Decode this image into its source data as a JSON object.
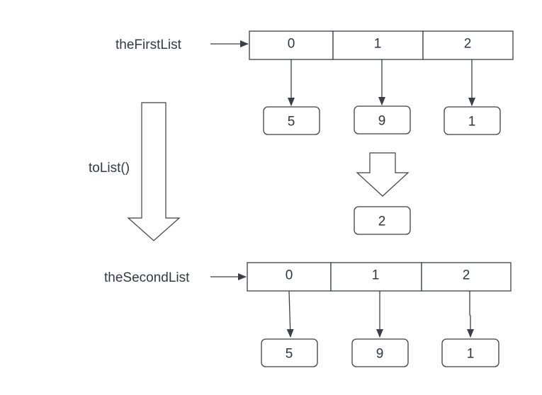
{
  "labels": {
    "first_list": "theFirstList",
    "second_list": "theSecondList",
    "operation": "toList()"
  },
  "first_list": {
    "indices": [
      "0",
      "1",
      "2"
    ],
    "values": [
      "5",
      "9",
      "1"
    ]
  },
  "added_value": "2",
  "second_list": {
    "indices": [
      "0",
      "1",
      "2"
    ],
    "values": [
      "5",
      "9",
      "1"
    ]
  }
}
